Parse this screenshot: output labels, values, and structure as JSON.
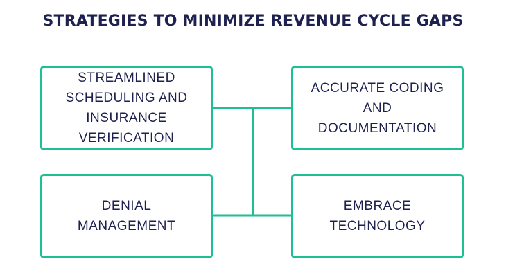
{
  "title": "STRATEGIES TO MINIMIZE REVENUE CYCLE GAPS",
  "colors": {
    "title_text": "#1e2150",
    "box_border": "#1fbf95",
    "connector": "#1fbf95",
    "box_text": "#1e2150"
  },
  "strategies": [
    {
      "label": "STREAMLINED\nSCHEDULING AND\nINSURANCE\nVERIFICATION"
    },
    {
      "label": "ACCURATE CODING\nAND\nDOCUMENTATION"
    },
    {
      "label": "DENIAL\nMANAGEMENT"
    },
    {
      "label": "EMBRACE\nTECHNOLOGY"
    }
  ]
}
